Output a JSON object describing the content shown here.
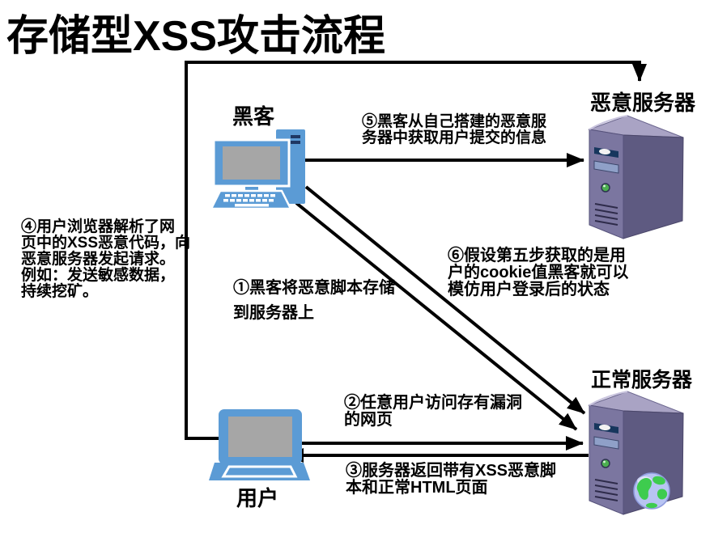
{
  "title": "存储型XSS攻击流程",
  "nodes": {
    "hacker": {
      "label": "黑客",
      "icon": "desktop-computer-icon"
    },
    "malicious_server": {
      "label": "恶意服务器",
      "icon": "server-tower-icon"
    },
    "normal_server": {
      "label": "正常服务器",
      "icon": "server-tower-globe-icon"
    },
    "user": {
      "label": "用户",
      "icon": "laptop-icon"
    }
  },
  "steps": {
    "step1": "①黑客将恶意脚本存储\n到服务器上",
    "step2": "②任意用户访问存有漏洞\n的网页",
    "step3": "③服务器返回带有XSS恶意脚\n本和正常HTML页面",
    "step4": "④用户浏览器解析了网\n页中的XSS恶意代码，向\n恶意服务器发起请求。\n例如：发送敏感数据，\n持续挖矿。",
    "step5": "⑤黑客从自己搭建的恶意服\n务器中获取用户提交的信息",
    "step6": "⑥假设第五步获取的是用\n户的cookie值黑客就可以\n模仿用户登录后的状态"
  },
  "arrows": [
    {
      "from": "hacker",
      "to": "normal_server",
      "step": "step1",
      "style": "diagonal-double-line-1"
    },
    {
      "from": "user",
      "to": "normal_server",
      "step": "step2",
      "style": "horizontal"
    },
    {
      "from": "normal_server",
      "to": "user",
      "step": "step3",
      "style": "horizontal"
    },
    {
      "from": "user",
      "to": "malicious_server",
      "step": "step4",
      "style": "elbow-left-top"
    },
    {
      "from": "hacker",
      "to": "malicious_server",
      "step": "step5",
      "style": "horizontal"
    },
    {
      "from": "hacker",
      "to": "normal_server",
      "step": "step6",
      "style": "diagonal-double-line-2"
    }
  ],
  "colors": {
    "device_blue": "#5B9BD5",
    "screen_gray": "#A6A6A6",
    "server_front": "#7B76A0",
    "server_side": "#5E5A81",
    "server_top": "#A9A3C4",
    "drive_navy": "#17365D",
    "led_green": "#4CAF50",
    "globe_green": "#3ECC4E",
    "globe_blue": "#B8C4F2",
    "arrow_black": "#000000"
  }
}
